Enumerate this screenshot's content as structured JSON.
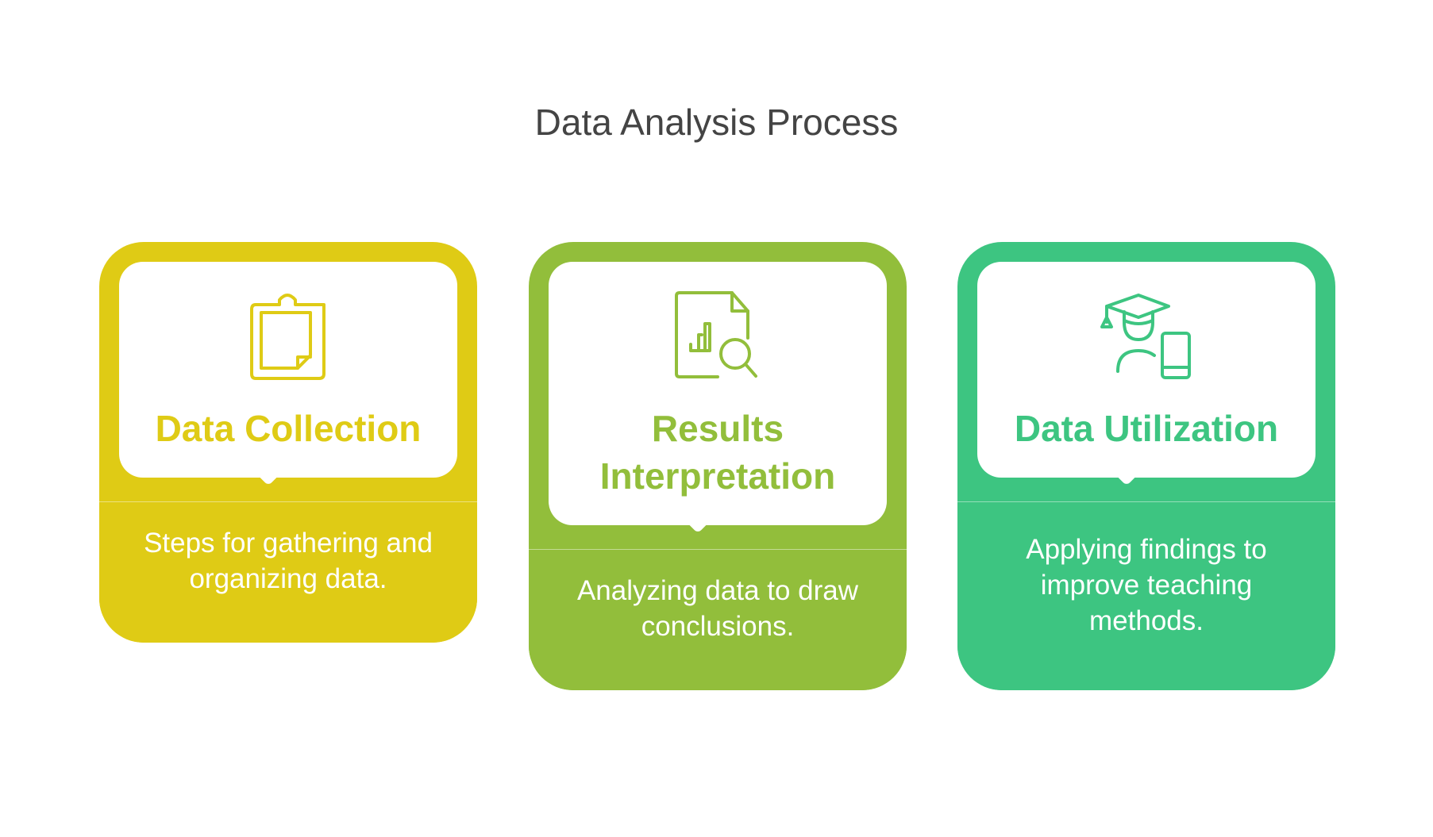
{
  "title": "Data Analysis Process",
  "steps": [
    {
      "heading": "Data Collection",
      "description": "Steps for gathering and organizing data.",
      "icon": "clipboard-icon",
      "color": "#DFCB15"
    },
    {
      "heading_line1": "Results",
      "heading_line2": "Interpretation",
      "description": "Analyzing data to draw conclusions.",
      "icon": "document-chart-search-icon",
      "color": "#92BE3B"
    },
    {
      "heading": "Data Utilization",
      "description": "Applying findings to improve teaching methods.",
      "icon": "graduate-mobile-icon",
      "color": "#3DC581"
    }
  ]
}
